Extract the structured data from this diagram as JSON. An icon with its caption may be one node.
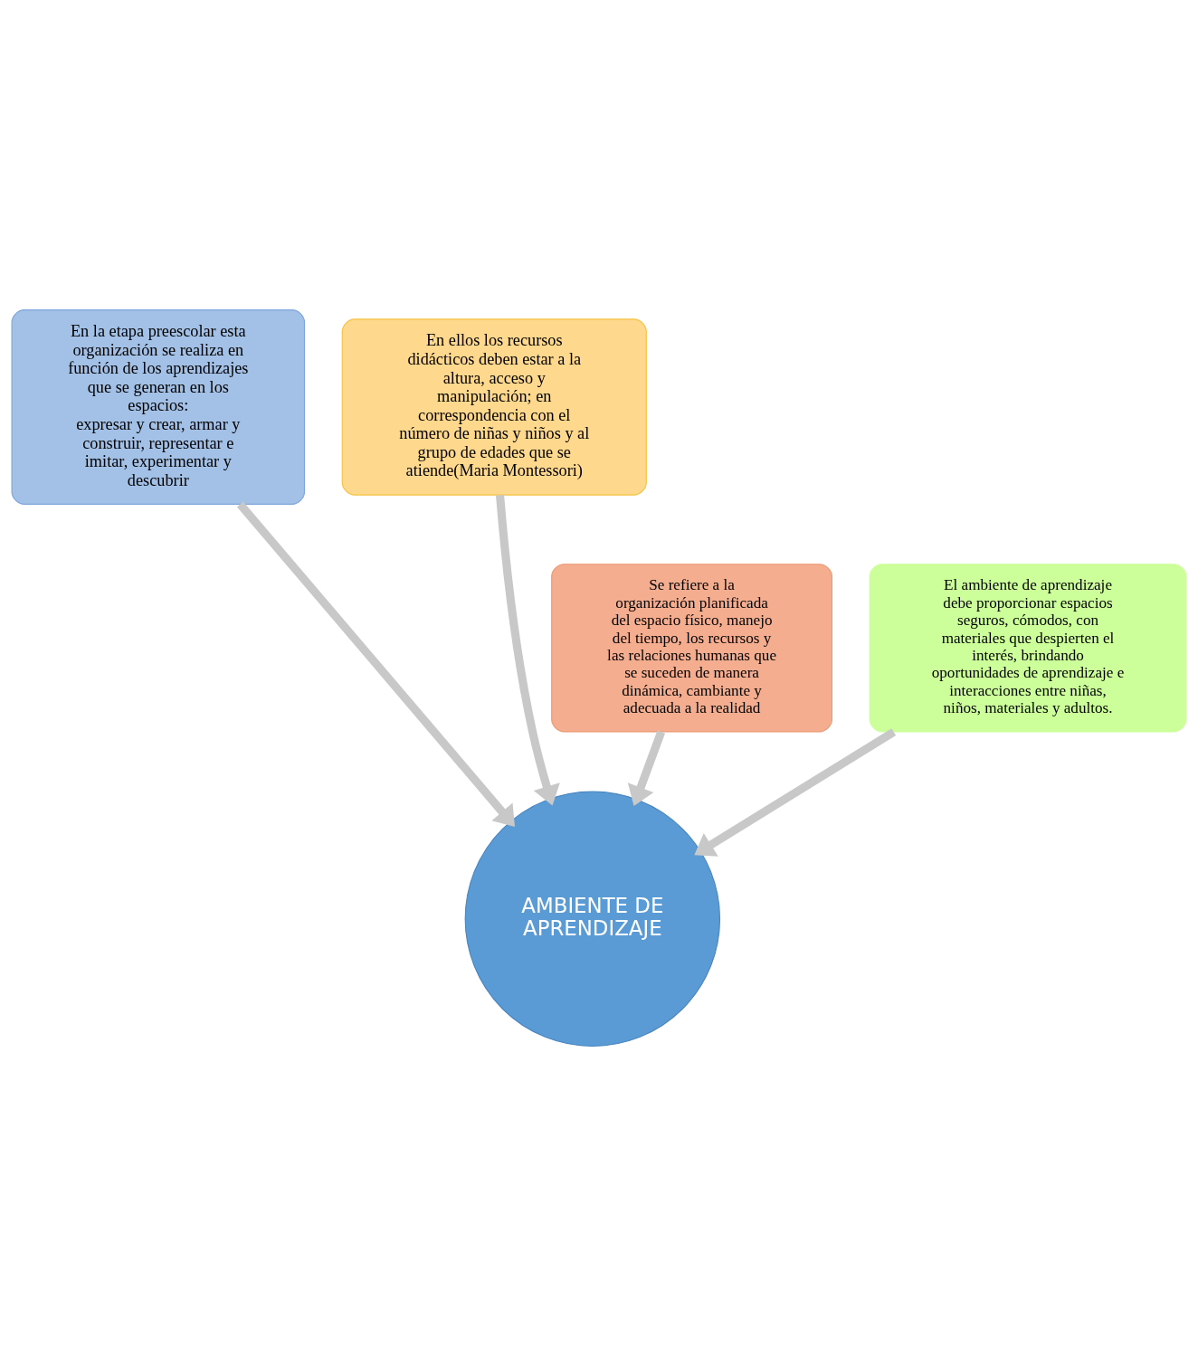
{
  "diagram": {
    "nodes": [
      {
        "text": [
          "En la etapa preescolar esta organización se realiza en función de los aprendizajes que se generan en los espacios:",
          "expresar y crear, armar y construir, representar e imitar, experimentar y descubrir"
        ]
      },
      {
        "text": [
          "En ellos los recursos didácticos deben estar a la altura, acceso y manipulación; en correspondencia con el número de niñas y niños y al grupo de edades que se atiende(Maria Montessori)"
        ]
      },
      {
        "text": [
          "Se refiere a la organización planificada del espacio físico, manejo del tiempo, los recursos y las relaciones humanas que se suceden de manera dinámica, cambiante y adecuada a la realidad"
        ]
      },
      {
        "text": [
          "El ambiente de aprendizaje debe proporcionar espacios seguros, cómodos, con materiales que despierten el interés, brindando oportunidades de aprendizaje e interacciones entre niñas, niños, materiales y adultos."
        ]
      },
      {
        "text": [
          "AMBIENTE DE APRENDIZAJE"
        ]
      }
    ],
    "edges": [
      {
        "from": 0,
        "to": 4,
        "arrow": "to"
      },
      {
        "from": 1,
        "to": 4,
        "arrow": "to"
      },
      {
        "from": 2,
        "to": 4,
        "arrow": "to"
      },
      {
        "from": 3,
        "to": 4,
        "arrow": "to"
      }
    ]
  }
}
